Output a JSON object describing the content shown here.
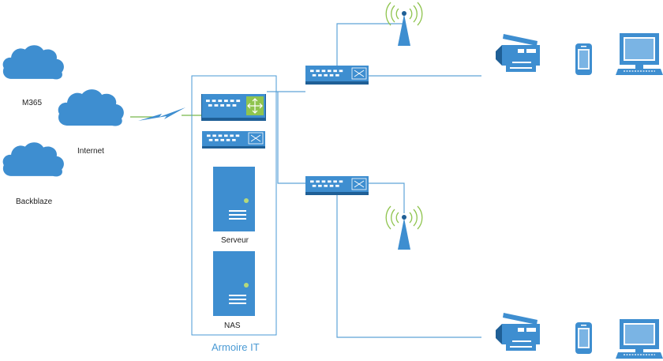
{
  "labels": {
    "m365": "M365",
    "internet": "Internet",
    "backblaze": "Backblaze",
    "serveur": "Serveur",
    "nas": "NAS",
    "cabinet": "Armoire IT"
  },
  "colors": {
    "primary": "#3e8ed0",
    "light": "#7ab4e4",
    "dark": "#1f5f96",
    "link": "#5fa4d8",
    "wan": "#78b84a",
    "cabinet_border": "#4a9ad4",
    "text": "#222222"
  },
  "icons": [
    "cloud-icon",
    "lightning-link-icon",
    "router-icon",
    "switch-icon",
    "server-icon",
    "wifi-access-point-icon",
    "printer-icon",
    "smartphone-icon",
    "desktop-computer-icon"
  ]
}
